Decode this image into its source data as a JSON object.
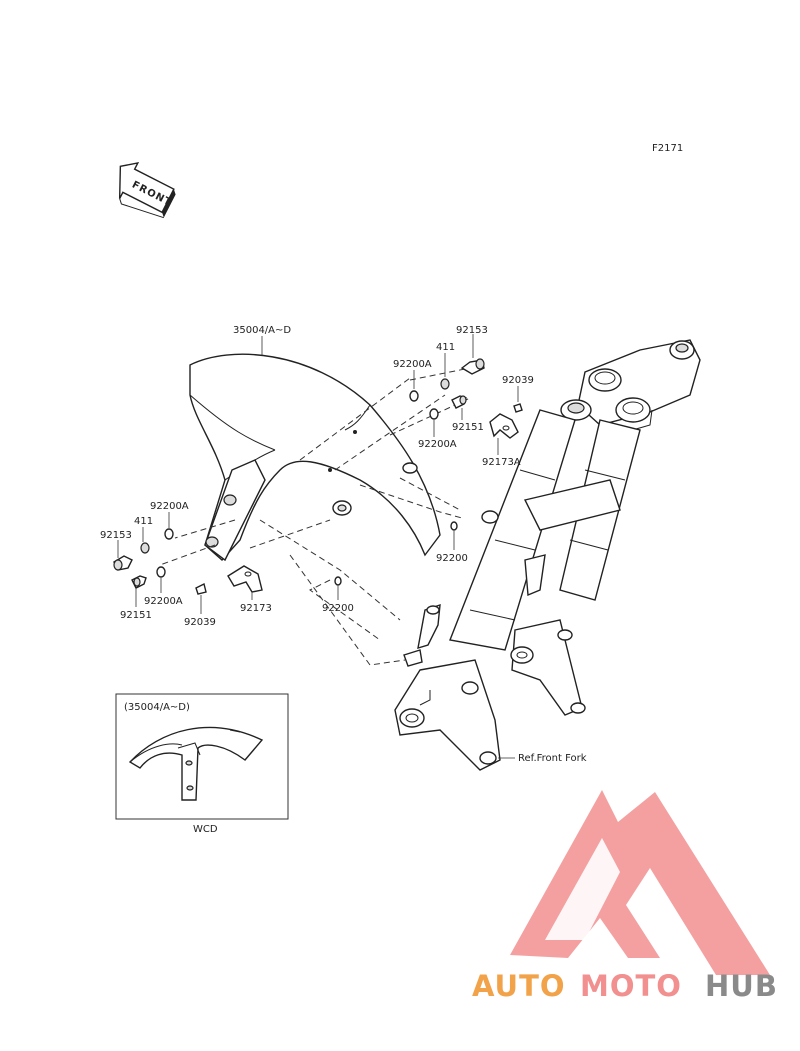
{
  "diagram": {
    "code": "F2171",
    "front_arrow_label": "FRONT",
    "part_labels": {
      "fender": "35004/A~D",
      "bolt_right": "92153",
      "washer_right": "411",
      "grommet_right_a": "92200A",
      "grommet_right_b": "92200A",
      "bolt_right_b": "92151",
      "screw_right": "92039",
      "clamp_right": "92173A",
      "grommet_left_a": "92200A",
      "washer_left": "411",
      "bolt_left": "92153",
      "grommet_left_b": "92200A",
      "bolt_left_b": "92151",
      "screw_left": "92039",
      "clamp_left": "92173",
      "grommet_center": "92200",
      "grommet_lower": "92200",
      "fork_ref": "Ref.Front Fork"
    },
    "inset": {
      "title": "(35004/A~D)",
      "caption": "WCD"
    }
  },
  "watermark": {
    "text_a": "AUTO",
    "text_b": "MOTO",
    "text_c": "HUB",
    "colors": {
      "primary": "#f2a34a",
      "secondary": "#f28f8f",
      "tertiary": "#8a8a8a"
    }
  }
}
